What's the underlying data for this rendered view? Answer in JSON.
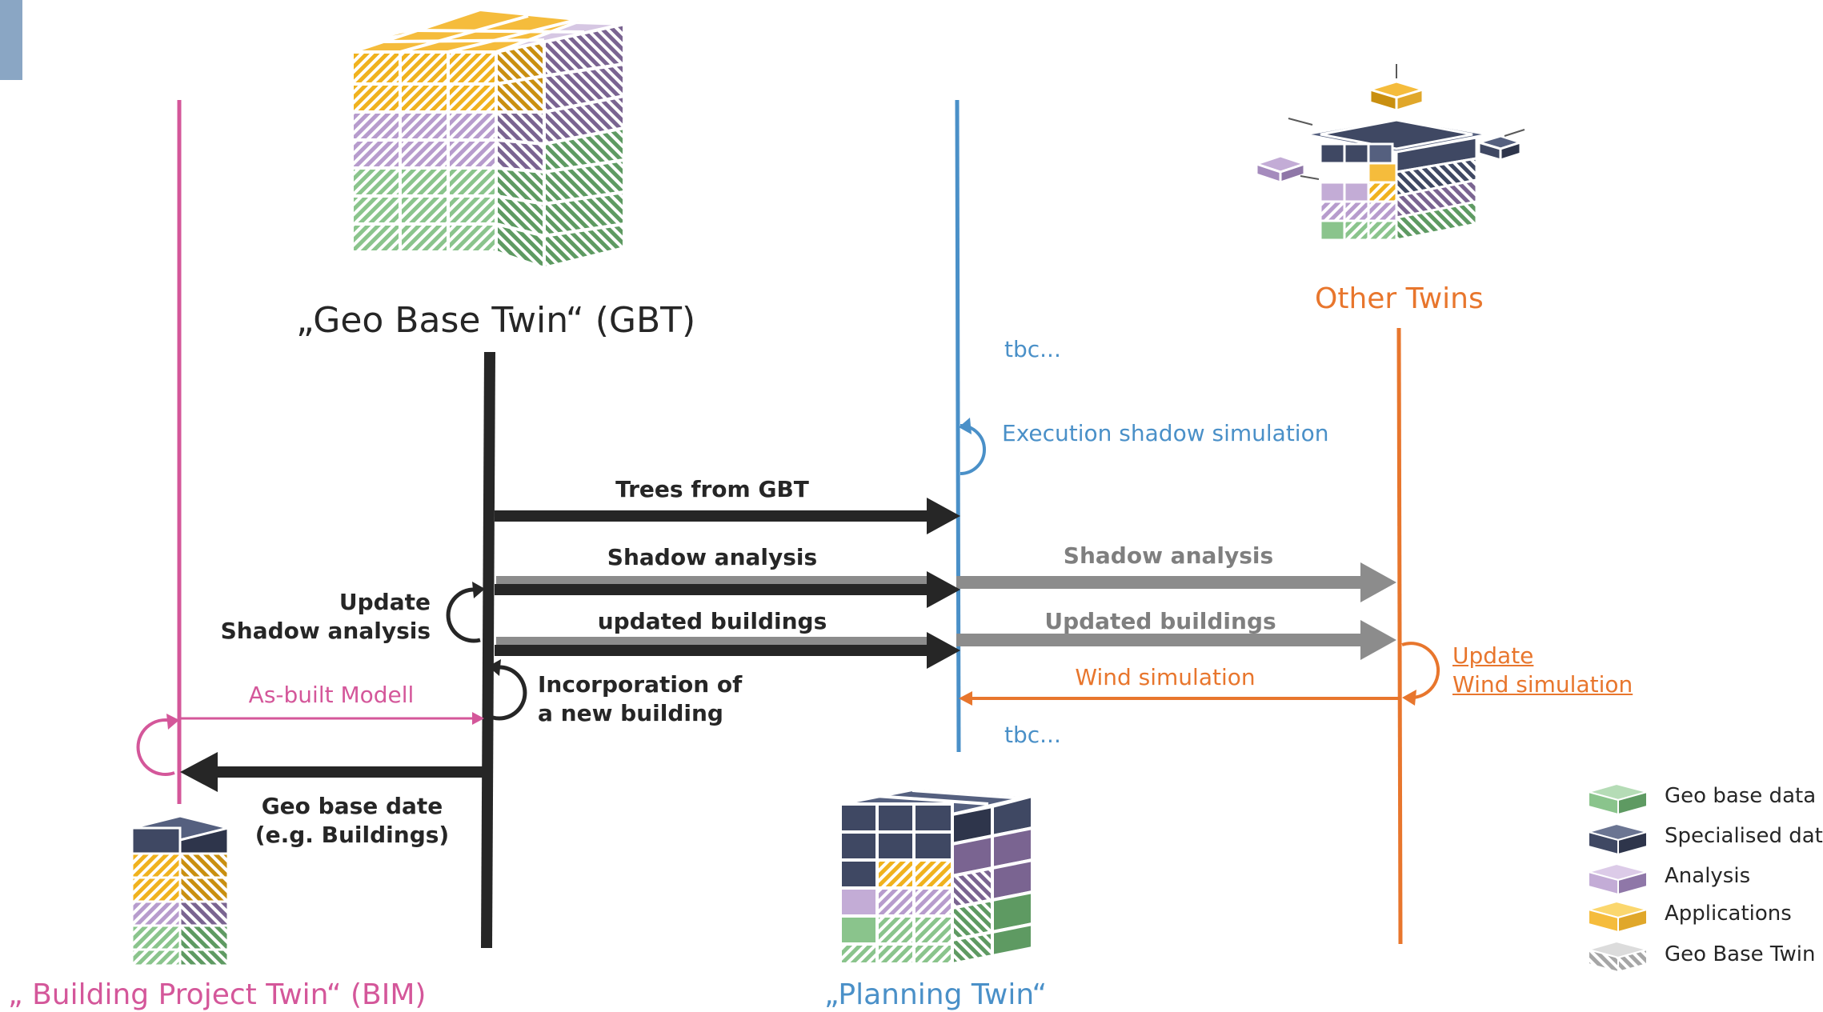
{
  "colors": {
    "geo_base_data": "#8ac48c",
    "specialised_data": "#3f4863",
    "analysis": "#c3acd6",
    "applications": "#f5bc3c",
    "geo_base_twin": "#c8c8c8",
    "gbt_line": "#262626",
    "planning_line": "#4a90c8",
    "other_line": "#e8762d",
    "bim_line": "#d4579a",
    "gray_arrow": "#8c8c8c",
    "corner_tab": "#8aa6c4"
  },
  "twins": {
    "gbt": "„Geo Base Twin“ (GBT)",
    "other": "Other Twins",
    "planning": "„Planning Twin“",
    "bim": "„ Building Project Twin“ (BIM)"
  },
  "arrows": {
    "trees": "Trees from GBT",
    "shadow": "Shadow analysis",
    "updated": "updated buildings",
    "shadow_gray": "Shadow analysis",
    "updated_gray": "Updated buildings",
    "wind": "Wind simulation",
    "asbuilt": "As-built Modell",
    "geobase": [
      "Geo base date",
      "(e.g. Buildings)"
    ]
  },
  "loops": {
    "update_shadow": [
      "Update",
      "Shadow analysis"
    ],
    "incorporation": [
      "Incorporation of",
      "a new building"
    ],
    "execution": "Execution shadow simulation",
    "update_wind": [
      "Update",
      "Wind simulation"
    ]
  },
  "tbc": {
    "top": "tbc...",
    "bottom": "tbc..."
  },
  "legend": [
    {
      "label": "Geo base data",
      "icon": "geo-base-data-icon"
    },
    {
      "label": "Specialised data",
      "icon": "specialised-data-icon"
    },
    {
      "label": "Analysis",
      "icon": "analysis-icon"
    },
    {
      "label": "Applications",
      "icon": "applications-icon"
    },
    {
      "label": "Geo Base Twin",
      "icon": "geo-base-twin-icon"
    }
  ]
}
